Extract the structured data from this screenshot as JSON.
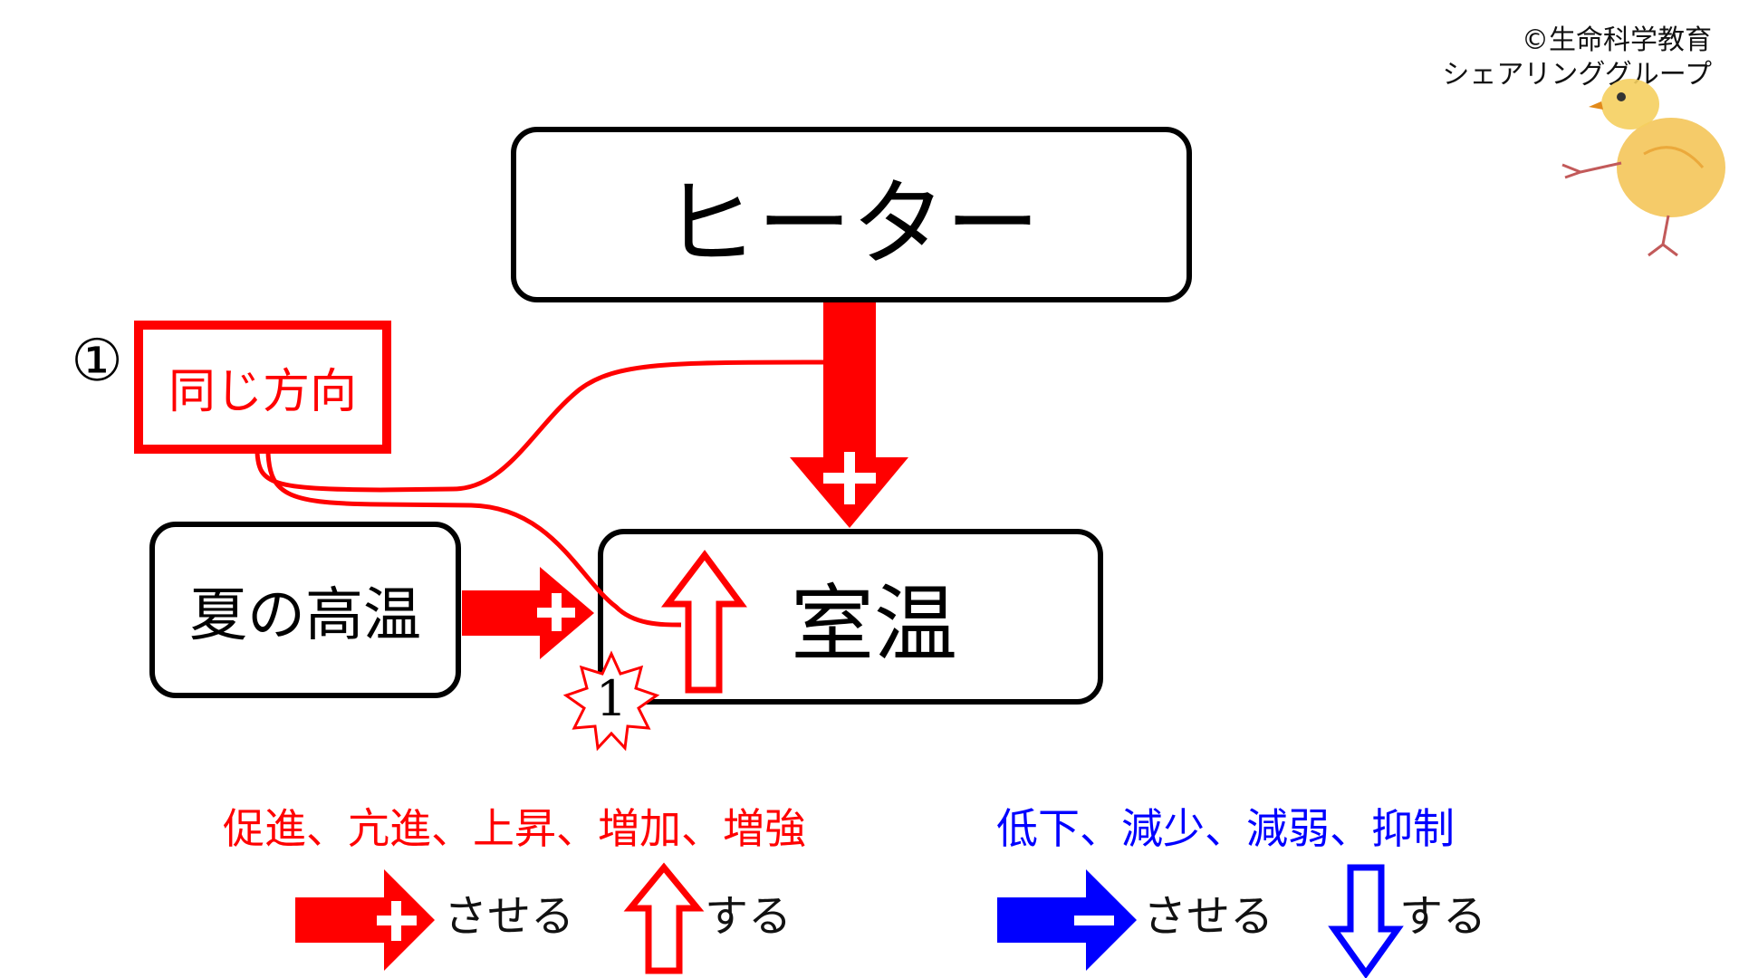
{
  "copyright": {
    "line1": "©生命科学教育",
    "line2": "シェアリンググループ"
  },
  "nodes": {
    "heater": "ヒーター",
    "room_temp": "室温",
    "summer_heat": "夏の高温"
  },
  "callout": {
    "number": "①",
    "label": "同じ方向"
  },
  "badge": {
    "number": "1"
  },
  "legend": {
    "positive_terms": "促進、亢進、上昇、増加、増強",
    "negative_terms": "低下、減少、減弱、抑制",
    "make_label_pos": "させる",
    "do_label_pos": "する",
    "make_label_neg": "させる",
    "do_label_neg": "する"
  },
  "icons": {
    "plus": "plus-icon",
    "minus": "minus-icon",
    "up": "up-arrow-icon",
    "down": "down-arrow-icon",
    "mascot": "chick-icon"
  },
  "colors": {
    "red": "#ff0000",
    "blue": "#0000ff",
    "black": "#000000"
  }
}
